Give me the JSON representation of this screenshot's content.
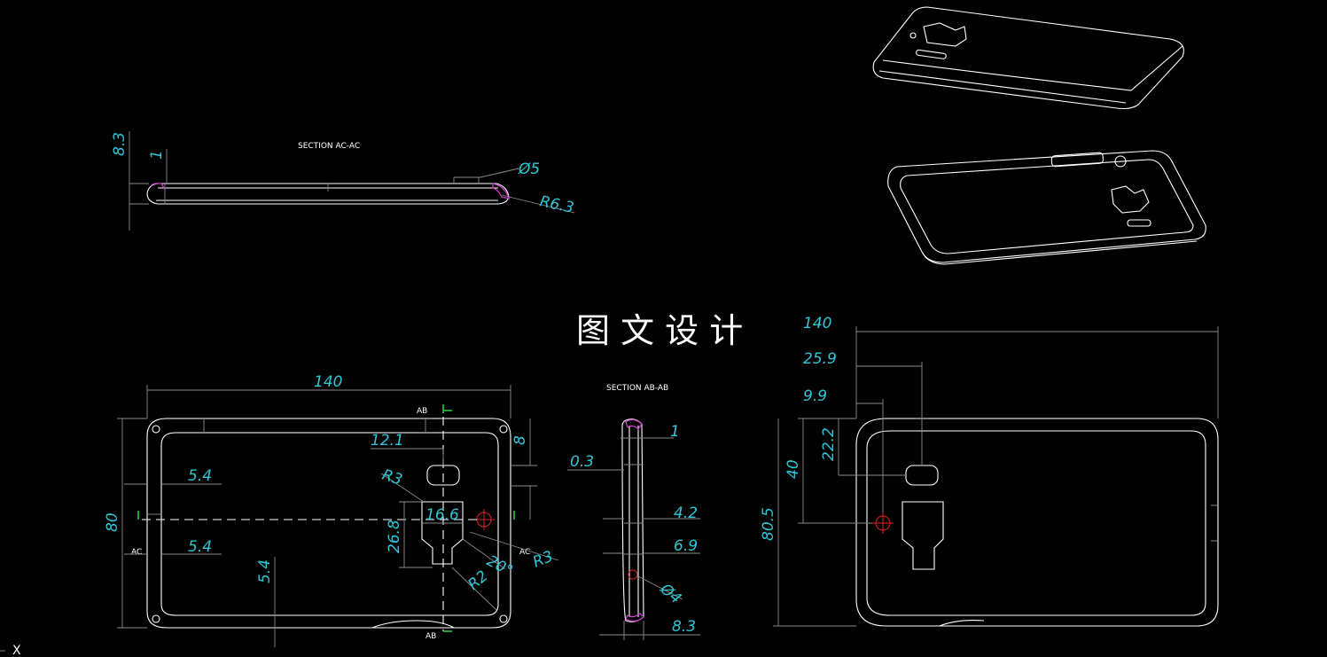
{
  "title": "图 文 设 计",
  "axis_label": "X",
  "section_labels": {
    "ac": "SECTION AC-AC",
    "ab": "SECTION AB-AB",
    "ac_mark": "AC",
    "ab_mark": "AB"
  },
  "dimensions": {
    "ac_8_3": "8.3",
    "ac_1": "1",
    "ac_dia5": "Ø5",
    "ac_r6_3": "R6.3",
    "front_140": "140",
    "front_80": "80",
    "front_5_4_a": "5.4",
    "front_5_4_b": "5.4",
    "front_5_4_c": "5.4",
    "front_12_1": "12.1",
    "front_8": "8",
    "front_r3_a": "R3",
    "front_16_6": "16.6",
    "front_26_8": "26.8",
    "front_20": "20°",
    "front_r2": "R2",
    "front_r3_b": "R3",
    "ab_1": "1",
    "ab_0_3": "0.3",
    "ab_4_2": "4.2",
    "ab_6_9": "6.9",
    "ab_dia4": "Ø4",
    "ab_8_3": "8.3",
    "right_140": "140",
    "right_25_9": "25.9",
    "right_9_9": "9.9",
    "right_22_2": "22.2",
    "right_40": "40",
    "right_80_5": "80.5"
  }
}
